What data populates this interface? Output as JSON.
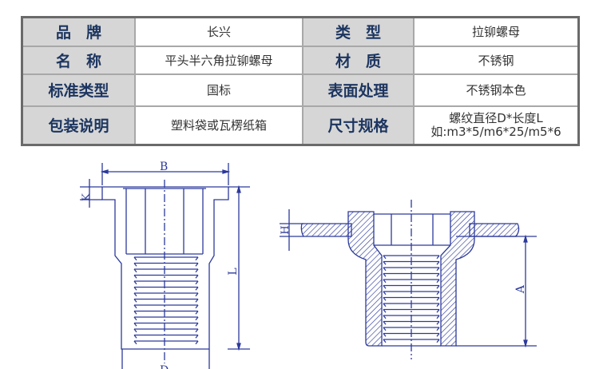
{
  "spec_table": {
    "rows": [
      {
        "label1": "品　牌",
        "value1": "长兴",
        "label2": "类　型",
        "value2": "拉铆螺母"
      },
      {
        "label1": "名　称",
        "value1": "平头半六角拉铆螺母",
        "label2": "材　质",
        "value2": "不锈钢"
      },
      {
        "label1": "标准类型",
        "value1": "国标",
        "label2": "表面处理",
        "value2": "不锈钢本色"
      },
      {
        "label1": "包装说明",
        "value1": "塑料袋或瓦楞纸箱",
        "label2": "尺寸规格",
        "value2_line1": "螺纹直径D*长度L",
        "value2_line2": "如:m3*5/m6*25/m5*6"
      }
    ]
  },
  "drawing": {
    "color": "#2c3a9c",
    "dim_labels": {
      "b": "B",
      "k": "K",
      "l": "L",
      "d": "D",
      "h": "H",
      "a": "A"
    }
  }
}
